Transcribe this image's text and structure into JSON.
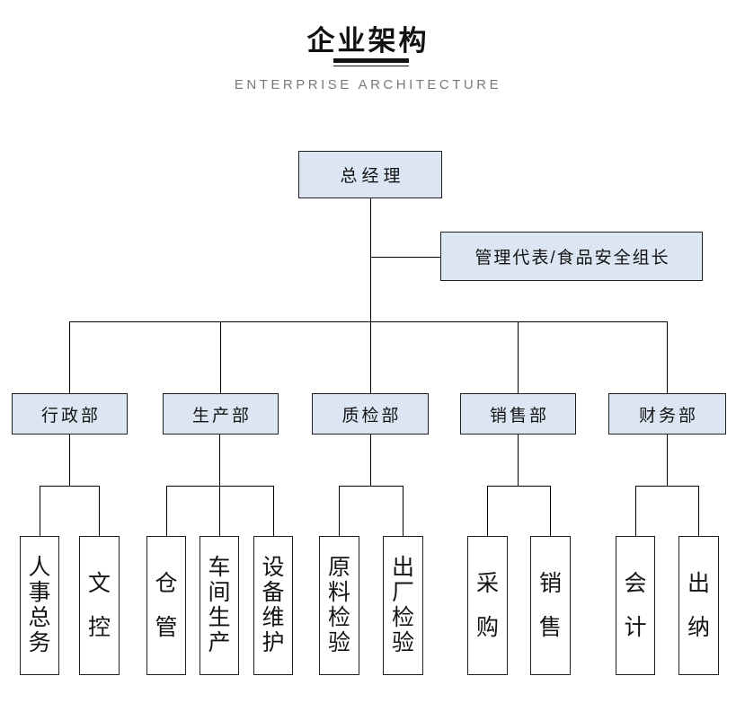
{
  "header": {
    "title": "企业架构",
    "subtitle": "ENTERPRISE ARCHITECTURE"
  },
  "root": {
    "label": "总经理"
  },
  "staff": {
    "label": "管理代表/食品安全组长"
  },
  "departments": [
    {
      "label": "行政部",
      "children": [
        {
          "label": "人事总务"
        },
        {
          "label": "文控"
        }
      ]
    },
    {
      "label": "生产部",
      "children": [
        {
          "label": "仓管"
        },
        {
          "label": "车间生产"
        },
        {
          "label": "设备维护"
        }
      ]
    },
    {
      "label": "质检部",
      "children": [
        {
          "label": "原料检验"
        },
        {
          "label": "出厂检验"
        }
      ]
    },
    {
      "label": "销售部",
      "children": [
        {
          "label": "采购"
        },
        {
          "label": "销售"
        }
      ]
    },
    {
      "label": "财务部",
      "children": [
        {
          "label": "会计"
        },
        {
          "label": "出纳"
        }
      ]
    }
  ],
  "colors": {
    "box_fill": "#dbe6f2",
    "box_border": "#1f1f1f",
    "connector_line": "#000000",
    "title_text": "#111111",
    "subtitle_text": "#7a7a7a",
    "background": "#ffffff"
  }
}
